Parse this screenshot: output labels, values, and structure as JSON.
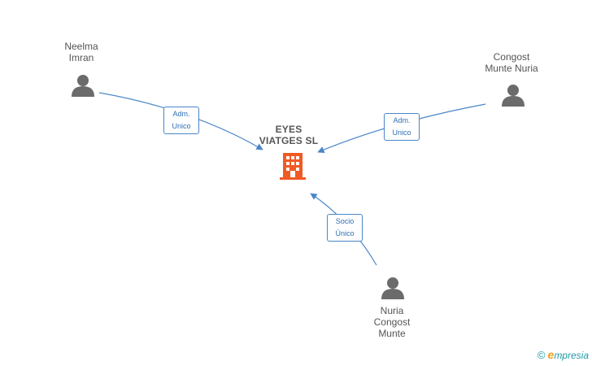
{
  "company": {
    "name_line1": "EYES",
    "name_line2": "VIATGES SL",
    "icon": "building-icon",
    "color": "#f05a24"
  },
  "persons": [
    {
      "line1": "Neelma",
      "line2": "Imran",
      "line3": "",
      "icon": "person-icon"
    },
    {
      "line1": "Congost",
      "line2": "Munte Nuria",
      "line3": "",
      "icon": "person-icon"
    },
    {
      "line1": "Nuria",
      "line2": "Congost",
      "line3": "Munte",
      "icon": "person-icon"
    }
  ],
  "relations": [
    {
      "line1": "Adm.",
      "line2": "Unico"
    },
    {
      "line1": "Adm.",
      "line2": "Unico"
    },
    {
      "line1": "Socio",
      "line2": "Único"
    }
  ],
  "colors": {
    "edge": "#4a86c8",
    "person": "#6b6b6b",
    "text": "#555555"
  },
  "brand": {
    "copyright": "©",
    "e": "e",
    "rest": "mpresia"
  }
}
